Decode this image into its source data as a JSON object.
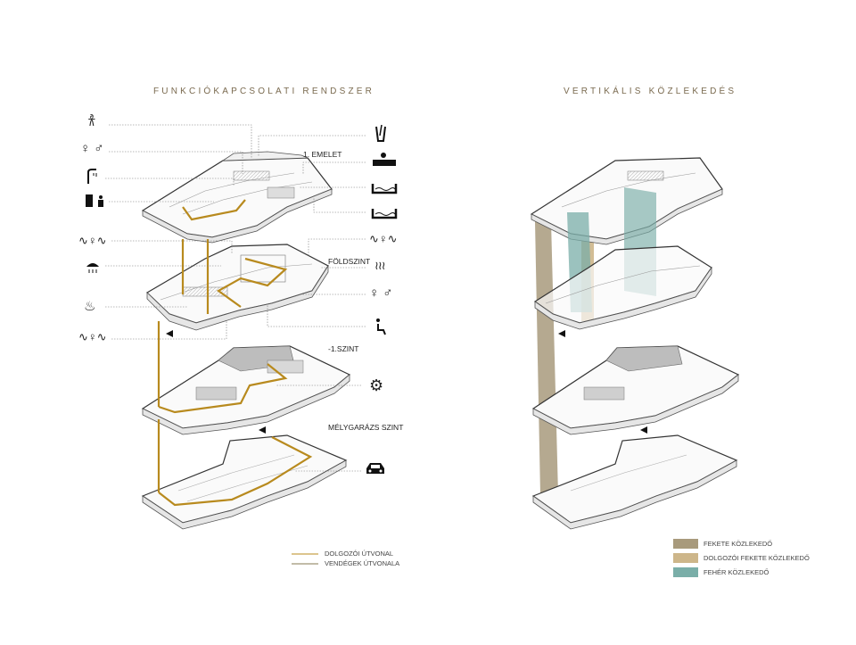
{
  "left_title": "FUNKCIÓKAPCSOLATI RENDSZER",
  "right_title": "VERTIKÁLIS KÖZLEKEDÉS",
  "levels": {
    "first_floor": "1. EMELET",
    "ground_floor": "FÖLDSZINT",
    "minus_one": "-1.SZINT",
    "parking": "MÉLYGARÁZS SZINT"
  },
  "legend_routes": [
    {
      "label": "DOLGOZÓI ÚTVONAL",
      "color": "#c8a24a"
    },
    {
      "label": "VENDÉGEK ÚTVONALA",
      "color": "#9e9573"
    }
  ],
  "legend_cores": [
    {
      "label": "FEKETE KÖZLEKEDŐ",
      "color": "#a89a7c"
    },
    {
      "label": "DOLGOZÓI FEKETE KÖZLEKEDŐ",
      "color": "#cdb68a"
    },
    {
      "label": "FEHÉR KÖZLEKEDŐ",
      "color": "#7aaea8"
    }
  ],
  "icons_left": [
    "fitness-icon",
    "changing-room-icon",
    "shower-icon",
    "locker-icon",
    "sauna-icon",
    "rain-shower-icon",
    "hot-tub-icon",
    "spa-icon"
  ],
  "icons_right": [
    "drink-icon",
    "bath-icon",
    "pool-icon",
    "pool-icon",
    "sauna-icon",
    "steam-icon",
    "changing-room-icon",
    "rest-icon"
  ],
  "icons_mid": [
    "machinery-icon",
    "car-icon"
  ]
}
